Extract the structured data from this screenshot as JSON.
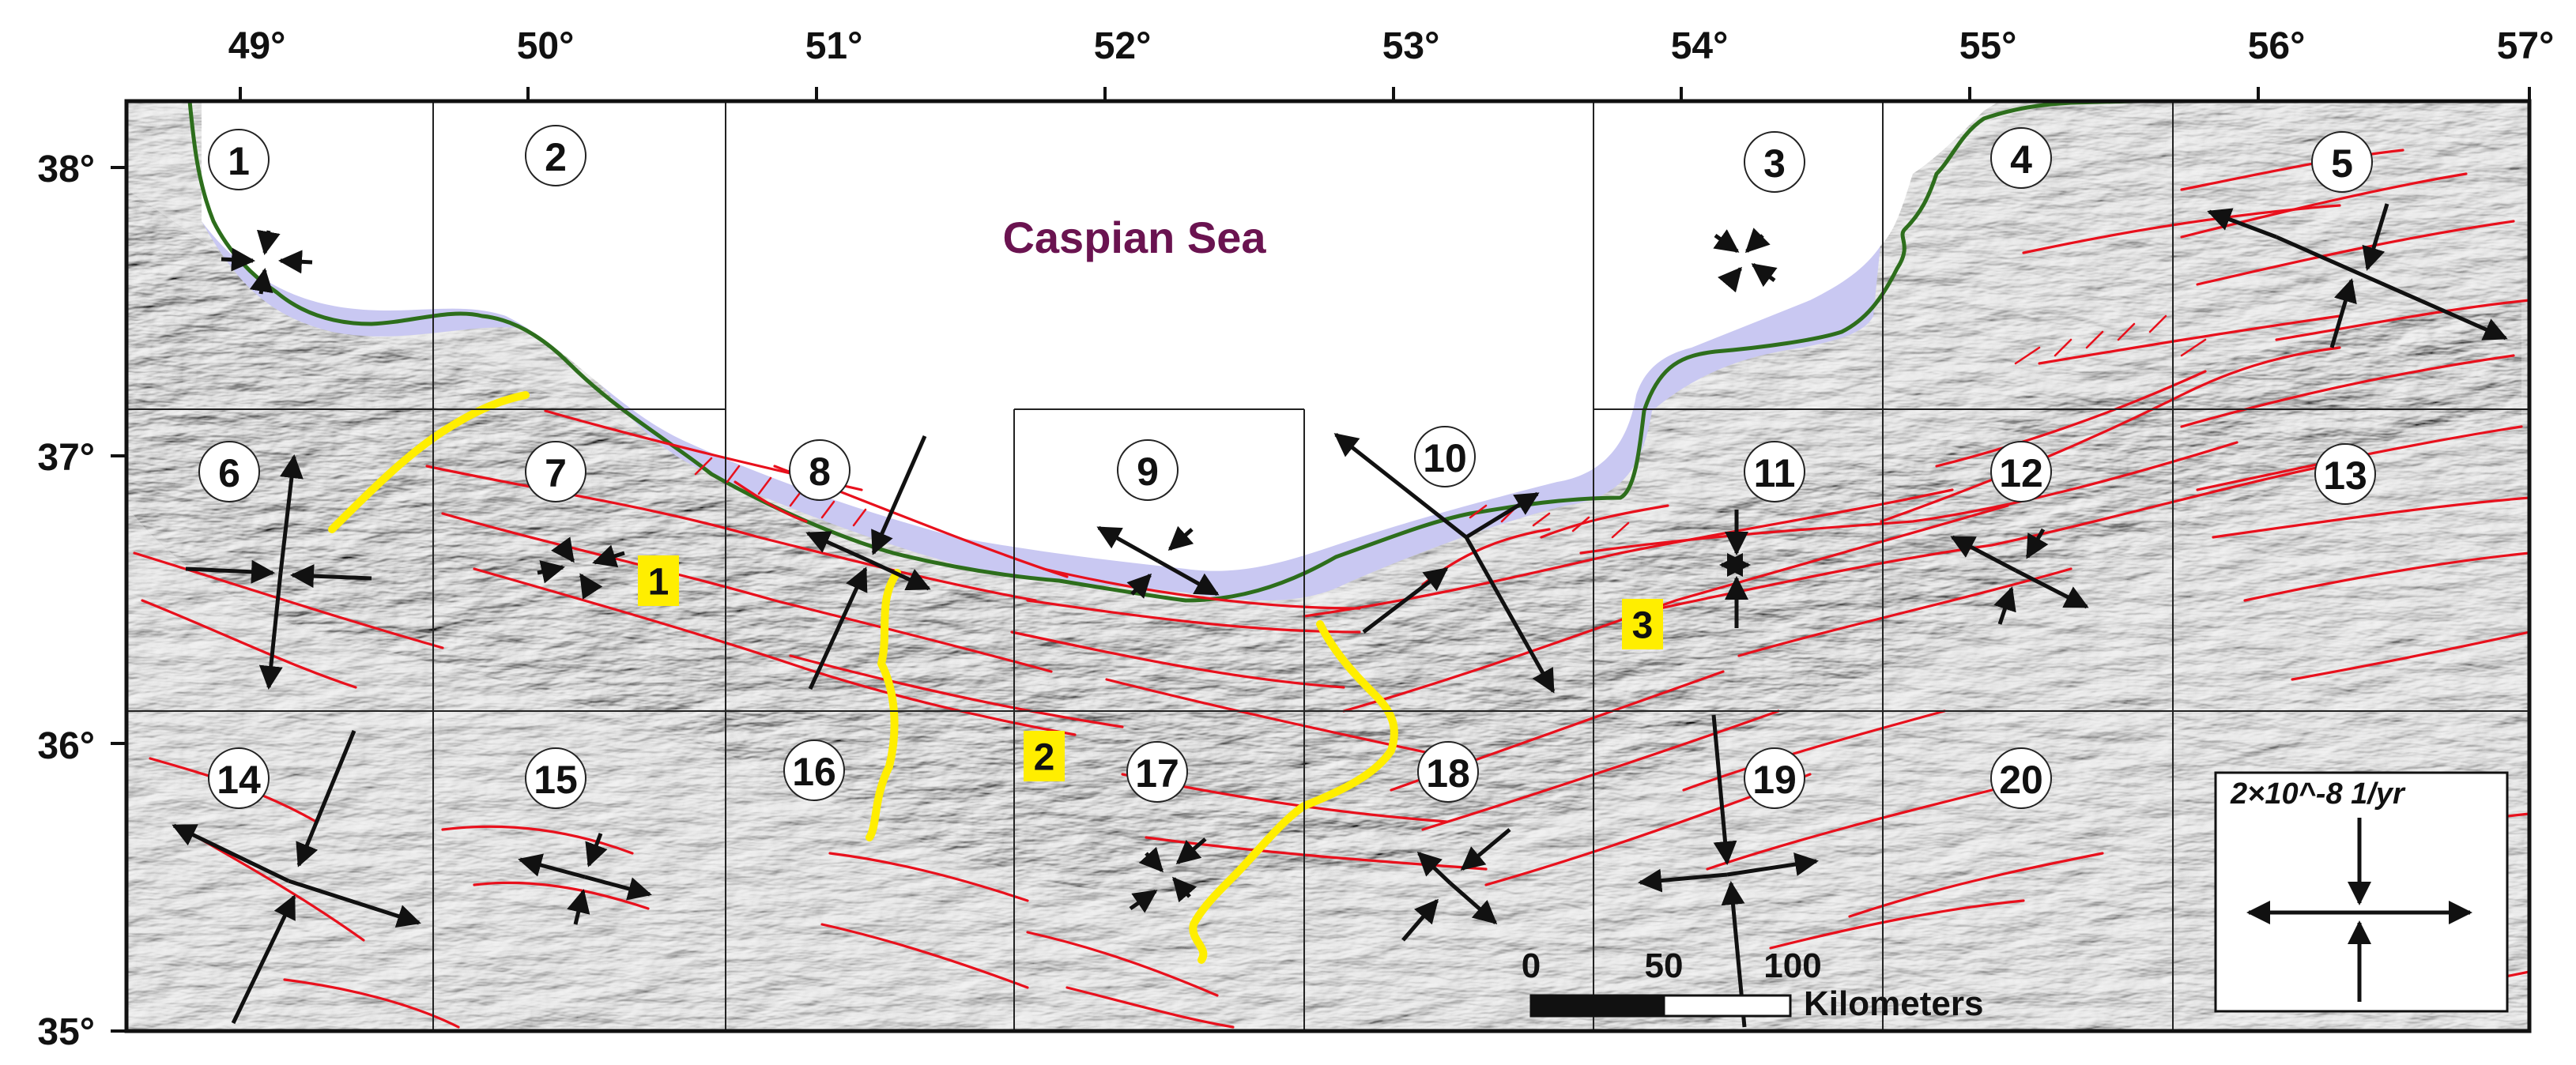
{
  "colors": {
    "frame": "#111111",
    "fault": "#e8101c",
    "coast": "#2d6e1c",
    "sea_shallow": "#c9c8f2",
    "sea_label": "#6a1350",
    "boundary": "#ffee00",
    "relief_light": "#ececec",
    "relief_dark": "#9c9c9c"
  },
  "map": {
    "lon_ticks": [
      "49°",
      "50°",
      "51°",
      "52°",
      "53°",
      "54°",
      "55°",
      "56°",
      "57°"
    ],
    "lat_ticks": [
      "38°",
      "37°",
      "36°",
      "35°"
    ],
    "sea_label": "Caspian Sea",
    "cells": [
      "1",
      "2",
      "3",
      "4",
      "5",
      "6",
      "7",
      "8",
      "9",
      "10",
      "11",
      "12",
      "13",
      "14",
      "15",
      "16",
      "17",
      "18",
      "19",
      "20"
    ],
    "zones": [
      "1",
      "2",
      "3"
    ],
    "scale": {
      "labels": [
        "0",
        "50",
        "100"
      ],
      "unit": "Kilometers"
    },
    "legend": {
      "title": "2×10^-8   1/yr"
    }
  }
}
